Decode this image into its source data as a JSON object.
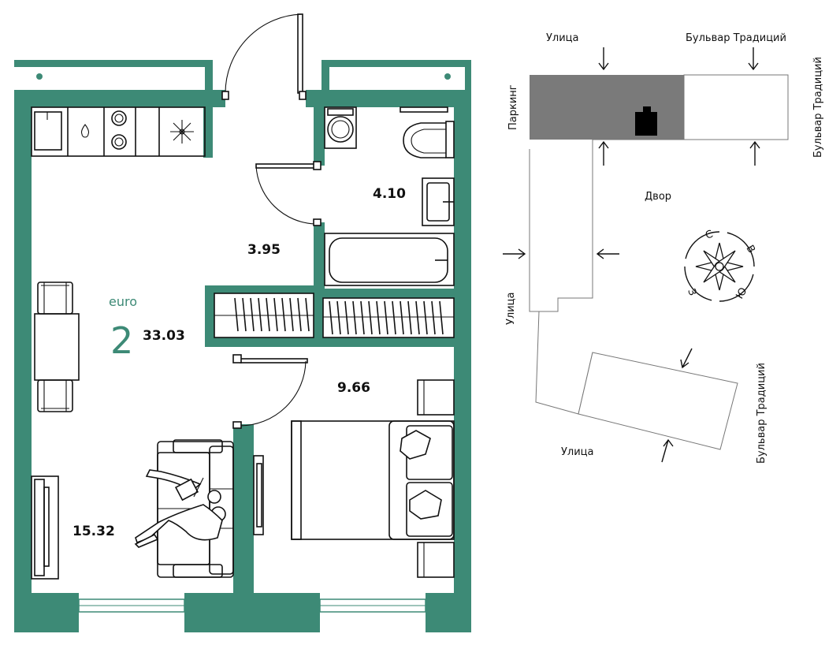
{
  "plan": {
    "type_prefix": "euro",
    "rooms_count": "2",
    "total_area": "33.03",
    "areas": {
      "bathroom": "4.10",
      "hallway": "3.95",
      "bedroom": "9.66",
      "kitchen_living": "15.32"
    }
  },
  "site_map": {
    "labels": {
      "street_top": "Улица",
      "boulevard_top": "Бульвар Традиций",
      "boulevard_right": "Бульвар Традиций",
      "parking": "Паркинг",
      "yard": "Двор",
      "street_left": "Улица",
      "boulevard_lower_right": "Бульвар Традиций",
      "street_bottom": "Улица"
    },
    "compass": {
      "north": "С",
      "east": "В",
      "south": "Ю",
      "west": "З"
    }
  },
  "colors": {
    "wall": "#3d8a76",
    "parking_fill": "#7a7a7a",
    "building_marker": "#000000"
  }
}
